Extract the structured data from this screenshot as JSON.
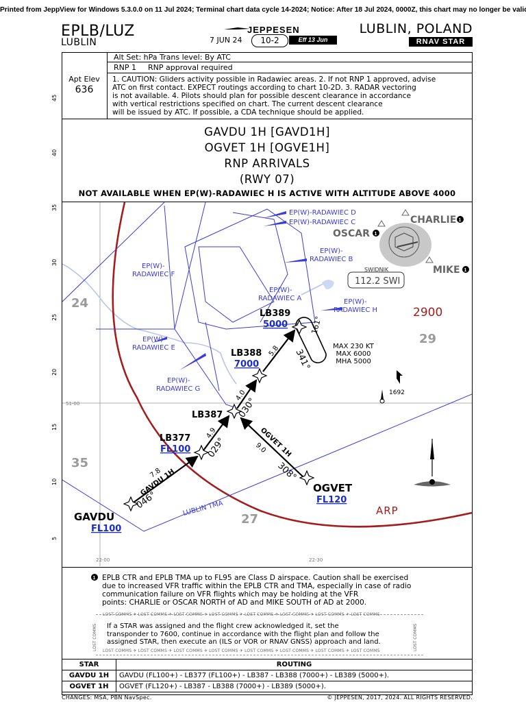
{
  "banner": "Printed from JeppView for Windows 5.3.0.0 on 11 Jul 2024; Terminal chart data cycle 14-2024; Notice: After 18 Jul 2024, 0000Z, this chart may no longer be valid",
  "header": {
    "icao_iata": "EPLB/LUZ",
    "city_short": "LUBLIN",
    "publisher": "JEPPESEN",
    "chart_date": "7 JUN 24",
    "chart_index": "10-2",
    "effective": "Eff 13 Jun",
    "city_country": "LUBLIN, POLAND",
    "chart_type": "RNAV STAR"
  },
  "info": {
    "apt_elev_label": "Apt Elev",
    "apt_elev_value": "636",
    "alt_set": "Alt Set: hPa   Trans level: By ATC",
    "rnp_value": "RNP 1",
    "rnp_text": "RNP approval required",
    "notes": [
      "1. CAUTION: Gliders activity possible in Radawiec areas. 2. If not RNP 1 approved, advise",
      "ATC on first contact. EXPECT routings according to chart 10-2D. 3. RADAR vectoring",
      "is not available. 4. Pilots should plan for possible descent clearance in accordance",
      "with vertical restrictions specified on chart. The current descent clearance",
      "will be issued by ATC. If possible, a CDA technique should be applied."
    ]
  },
  "titles": {
    "line1": "GAVDU 1H [GAVD1H]",
    "line2": "OGVET 1H [OGVE1H]",
    "line3": "RNP ARRIVALS",
    "line4": "(RWY 07)",
    "restriction": "NOT AVAILABLE WHEN EP(W)-RADAWIEC H IS ACTIVE WITH ALTITUDE ABOVE 4000"
  },
  "margin_ticks": [
    "45",
    "40",
    "35",
    "30",
    "25",
    "20",
    "15",
    "10",
    "5"
  ],
  "grid_labels": {
    "lat": "51-00",
    "lon_left": "22-00",
    "lon_right": "22-30"
  },
  "plan": {
    "msa_grid": [
      "24",
      "29",
      "35",
      "27"
    ],
    "mora_big": "2900",
    "arp": "ARP",
    "tma": "LUBLIN TMA",
    "areas": [
      "EP(W)-RADAWIEC D",
      "EP(W)-RADAWIEC C",
      "EP(W)-",
      "RADAWIEC B",
      "EP(W)-",
      "RADAWIEC F",
      "EP(W)-",
      "RADAWIEC A",
      "EP(W)-",
      "RADAWIEC H",
      "EP(W)-",
      "RADAWIEC E",
      "EP(W)-",
      "RADAWIEC G"
    ],
    "vor_name": "SWIDNIK",
    "vor_freq": "112.2 SWI",
    "vrp": [
      "CHARLIE",
      "OSCAR",
      "MIKE"
    ],
    "obstacle": "1692",
    "holding": {
      "inbound": "161°",
      "outbound": "341°",
      "max_kt": "MAX 230 KT",
      "max_alt": "MAX 6000",
      "mha": "MHA 5000"
    },
    "fixes": [
      {
        "name": "GAVDU",
        "alt": "FL100"
      },
      {
        "name": "LB377",
        "alt": "FL100"
      },
      {
        "name": "LB387",
        "alt": ""
      },
      {
        "name": "LB388",
        "alt": "7000"
      },
      {
        "name": "LB389",
        "alt": "5000"
      },
      {
        "name": "OGVET",
        "alt": "FL120"
      }
    ],
    "legs": {
      "gavdu_route": "GAVDU 1H",
      "gavdu_dist": "7.8",
      "gavdu_crs": "046°",
      "lb377_dist": "4.9",
      "lb377_crs": "029°",
      "lb387_dist": "4.0",
      "lb387_crs": "030°",
      "lb388_dist": "5.8",
      "ogvet_route": "OGVET 1H",
      "ogvet_dist": "9.0",
      "ogvet_crs": "308°"
    },
    "note_marker": "1"
  },
  "lower_note": [
    "EPLB CTR and EPLB TMA up to FL95 are Class D airspace. Caution shall be exercised",
    "due to increased VFR traffic within the EPLB CTR and TMA, especially in case of radio",
    "communication failure on VFR flights which may be holding at the VFR",
    "points: CHARLIE or OSCAR NORTH of AD and MIKE SOUTH of AD at 2000."
  ],
  "lost_comms": {
    "tag": "LOST COMMS",
    "text": [
      "If a STAR was assigned and the flight crew acknowledged it, set the",
      "transponder to 7600, continue in accordance with the flight plan and follow the",
      "assigned STAR, then execute an (ILS or VOR or RNAV GNSS) approach and land."
    ]
  },
  "routing_table": {
    "headers": [
      "STAR",
      "ROUTING"
    ],
    "rows": [
      [
        "GAVDU 1H",
        "GAVDU (FL100+) - LB377 (FL100+) - LB387 - LB388 (7000+) - LB389 (5000+)."
      ],
      [
        "OGVET 1H",
        "OGVET (FL120+) - LB387 - LB388 (7000+) - LB389 (5000+)."
      ]
    ]
  },
  "footer": {
    "changes": "CHANGES: MSA, PBN NavSpec.",
    "copyright": "© JEPPESEN, 2017, 2024. ALL RIGHTS RESERVED."
  },
  "colors": {
    "route": "#000000",
    "restricted": "#3b3bd6",
    "tma_circle": "#a31d1d",
    "altitude_blue": "#1a2bd0",
    "msa_grey": "#9a9a9a"
  }
}
